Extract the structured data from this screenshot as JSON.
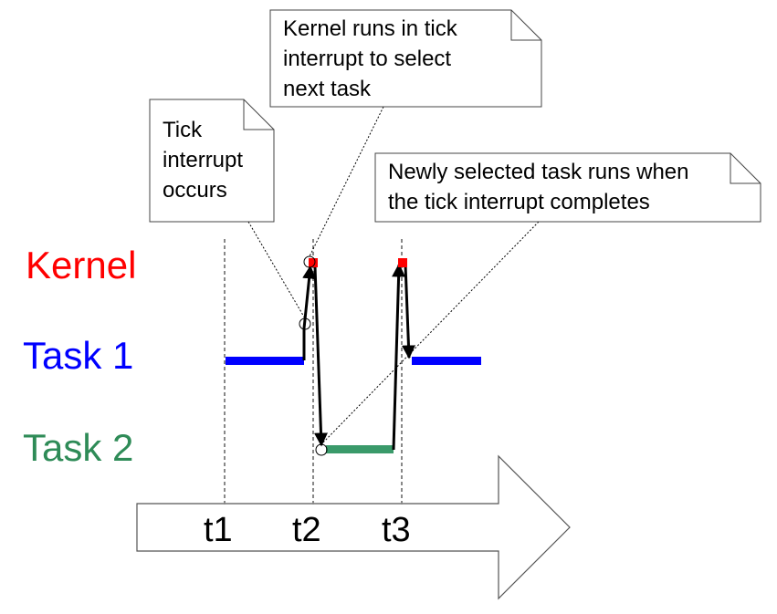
{
  "lanes": {
    "kernel": {
      "label": "Kernel",
      "color": "#ff0000"
    },
    "task1": {
      "label": "Task 1",
      "color": "#0000ff"
    },
    "task2": {
      "label": "Task 2",
      "color": "#2e8b57"
    }
  },
  "timeline": {
    "ticks": [
      "t1",
      "t2",
      "t3"
    ]
  },
  "notes": {
    "tick_interrupt": {
      "lines": [
        "Tick",
        "interrupt",
        "occurs"
      ]
    },
    "kernel_runs": {
      "lines": [
        "Kernel runs in tick",
        "interrupt to select",
        "next task"
      ]
    },
    "newly_selected": {
      "lines": [
        "Newly selected task runs when",
        "the tick interrupt completes"
      ]
    }
  },
  "colors": {
    "kernel_marker": "#ff0000",
    "task1_bar": "#0000ff",
    "task2_bar": "#3a9a6a",
    "arrow": "#000000",
    "guide": "#888888"
  }
}
